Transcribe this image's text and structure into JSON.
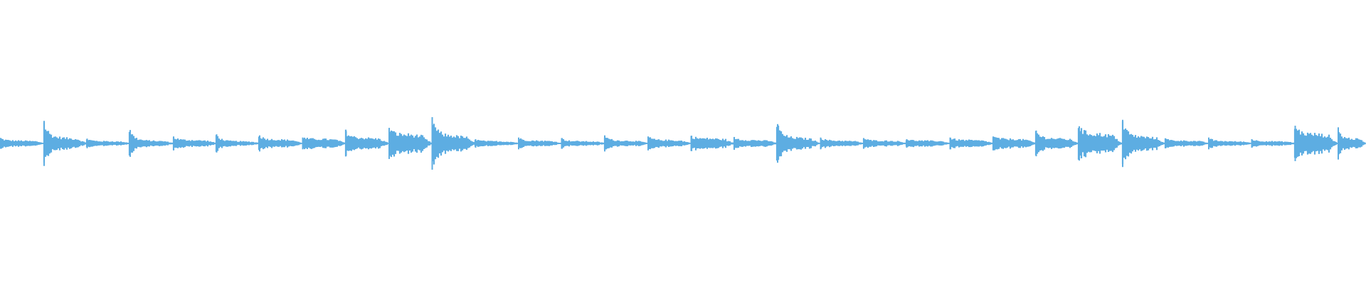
{
  "waveform": {
    "color": "#5dade2",
    "background": "#ffffff",
    "onsets": [
      0.0,
      0.03176,
      0.06327,
      0.09479,
      0.12656,
      0.15807,
      0.18958,
      0.22109,
      0.25286,
      0.28438,
      0.31589,
      0.34766,
      0.37917,
      0.41068,
      0.44219,
      0.47396,
      0.50547,
      0.53698,
      0.56875,
      0.60026,
      0.63177,
      0.66328,
      0.69505,
      0.72656,
      0.75807,
      0.78958,
      0.82135,
      0.85286,
      0.88438,
      0.91589,
      0.94766,
      0.97917
    ],
    "peaks": [
      0.1,
      0.42,
      0.09,
      0.25,
      0.13,
      0.17,
      0.15,
      0.11,
      0.23,
      0.29,
      0.49,
      0.08,
      0.11,
      0.1,
      0.15,
      0.13,
      0.14,
      0.12,
      0.36,
      0.11,
      0.1,
      0.08,
      0.11,
      0.13,
      0.24,
      0.32,
      0.44,
      0.09,
      0.11,
      0.08,
      0.33,
      0.3
    ],
    "sustains": [
      0.05,
      0.1,
      0.04,
      0.05,
      0.06,
      0.04,
      0.07,
      0.08,
      0.1,
      0.16,
      0.14,
      0.04,
      0.05,
      0.04,
      0.05,
      0.06,
      0.09,
      0.06,
      0.1,
      0.05,
      0.05,
      0.05,
      0.06,
      0.08,
      0.09,
      0.17,
      0.12,
      0.05,
      0.04,
      0.04,
      0.17,
      0.09
    ],
    "noise_floor": 0.012,
    "baseline": 0.505
  }
}
